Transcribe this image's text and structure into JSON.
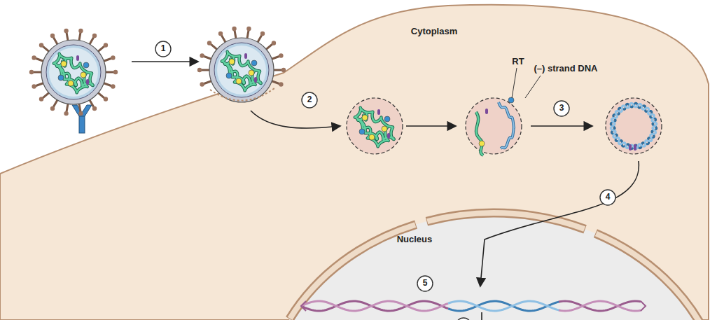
{
  "diagram": {
    "labels": [
      "1",
      "2",
      "3",
      "4",
      "5",
      "Cytoplasm",
      "RT",
      "(–) strand DNA",
      "Nucleus"
    ]
  }
}
